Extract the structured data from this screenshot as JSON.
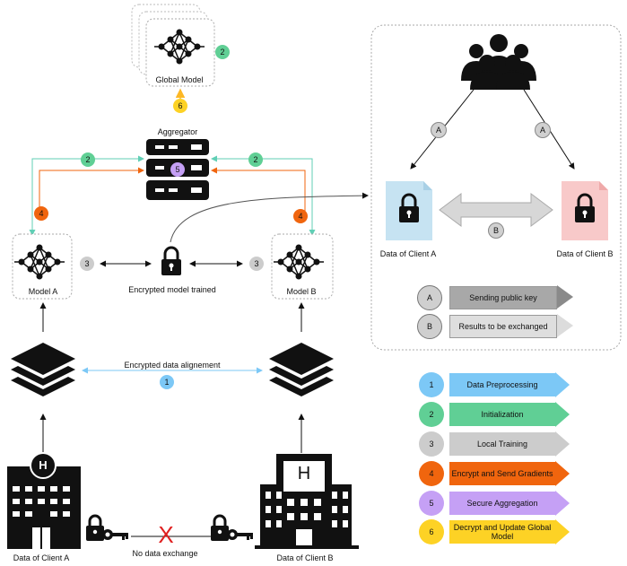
{
  "global_model": {
    "label": "Global Model",
    "step_badge": "2",
    "arrow_badge": "6"
  },
  "aggregator": {
    "label": "Aggregator",
    "badge": "5"
  },
  "model_a": {
    "label": "Model  A",
    "side_badge": "3",
    "up_badge": "4",
    "left_badge": "2"
  },
  "model_b": {
    "label": "Model  B",
    "side_badge": "3",
    "up_badge": "4",
    "right_badge": "2"
  },
  "encrypted_training": {
    "label": "Encrypted model trained"
  },
  "alignment": {
    "label": "Encrypted data alignement",
    "badge": "1"
  },
  "no_exchange": {
    "label": "No data exchange",
    "cross": "X"
  },
  "client_a": {
    "label": "Data of Client A",
    "hospital_letter": "H"
  },
  "client_b": {
    "label": "Data of Client B",
    "hospital_letter": "H"
  },
  "panel": {
    "doc_a_label": "Data of Client A",
    "doc_b_label": "Data of Client B",
    "arrow_a_left": "A",
    "arrow_a_right": "A",
    "exchange_badge": "B",
    "key": [
      {
        "badge": "A",
        "text": "Sending public key"
      },
      {
        "badge": "B",
        "text": "Results to be exchanged"
      }
    ]
  },
  "legend": [
    {
      "num": "1",
      "text": "Data Preprocessing",
      "color": "#7cc8f6"
    },
    {
      "num": "2",
      "text": "Initialization",
      "color": "#60cf95"
    },
    {
      "num": "3",
      "text": "Local Training",
      "color": "#cccccc"
    },
    {
      "num": "4",
      "text": "Encrypt and Send Gradients",
      "color": "#f0650e"
    },
    {
      "num": "5",
      "text": "Secure Aggregation",
      "color": "#c5a0f5"
    },
    {
      "num": "6",
      "text": "Decrypt and Update Global Model",
      "color": "#fdd225"
    }
  ]
}
